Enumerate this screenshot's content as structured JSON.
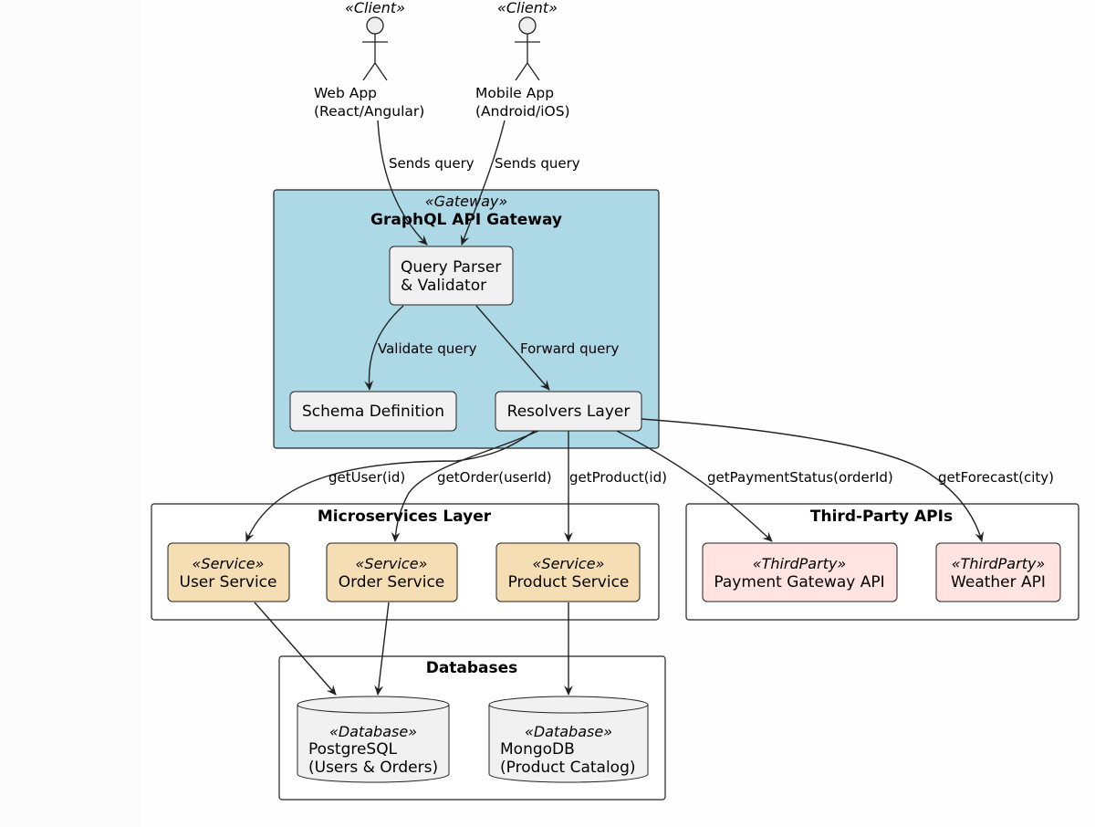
{
  "clients": [
    {
      "stereotype": "«Client»",
      "name_line1": "Web App",
      "name_line2": "(React/Angular)"
    },
    {
      "stereotype": "«Client»",
      "name_line1": "Mobile App",
      "name_line2": "(Android/iOS)"
    }
  ],
  "gateway": {
    "stereotype": "«Gateway»",
    "title": "GraphQL API Gateway",
    "parser_line1": "Query Parser",
    "parser_line2": "& Validator",
    "schema": "Schema Definition",
    "resolvers": "Resolvers Layer",
    "color": "#add8e6"
  },
  "microservices": {
    "title": "Microservices Layer",
    "services": [
      {
        "stereotype": "«Service»",
        "name": "User Service"
      },
      {
        "stereotype": "«Service»",
        "name": "Order Service"
      },
      {
        "stereotype": "«Service»",
        "name": "Product Service"
      }
    ],
    "color": "#f5deb3"
  },
  "third_party": {
    "title": "Third-Party APIs",
    "apis": [
      {
        "stereotype": "«ThirdParty»",
        "name": "Payment Gateway API"
      },
      {
        "stereotype": "«ThirdParty»",
        "name": "Weather API"
      }
    ],
    "color": "#ffe4e1"
  },
  "databases": {
    "title": "Databases",
    "items": [
      {
        "stereotype": "«Database»",
        "name_line1": "PostgreSQL",
        "name_line2": "(Users & Orders)"
      },
      {
        "stereotype": "«Database»",
        "name_line1": "MongoDB",
        "name_line2": "(Product Catalog)"
      }
    ]
  },
  "edges": {
    "web_sends": "Sends query",
    "mobile_sends": "Sends query",
    "validate": "Validate query",
    "forward": "Forward query",
    "get_user": "getUser(id)",
    "get_order": "getOrder(userId)",
    "get_product": "getProduct(id)",
    "get_payment": "getPaymentStatus(orderId)",
    "get_forecast": "getForecast(city)"
  }
}
